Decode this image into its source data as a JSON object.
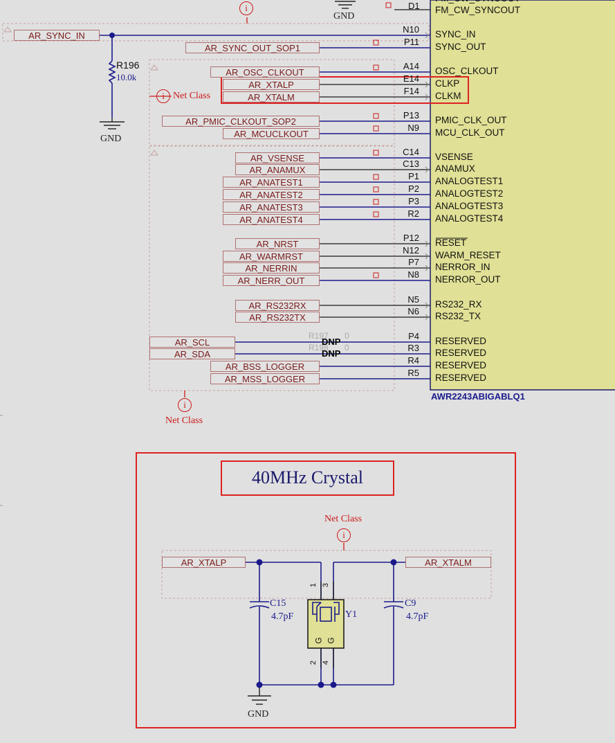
{
  "chip": {
    "part_number": "AWR2243ABIGABLQ1",
    "top_cut_text": "FM_CW_SYNCOUT",
    "top_pin": "D1",
    "pins": [
      {
        "pin": "N10",
        "name": "SYNC_IN"
      },
      {
        "pin": "P11",
        "name": "SYNC_OUT"
      },
      {
        "pin": "A14",
        "name": "OSC_CLKOUT"
      },
      {
        "pin": "E14",
        "name": "CLKP"
      },
      {
        "pin": "F14",
        "name": "CLKM"
      },
      {
        "pin": "P13",
        "name": "PMIC_CLK_OUT"
      },
      {
        "pin": "N9",
        "name": "MCU_CLK_OUT"
      },
      {
        "pin": "C14",
        "name": "VSENSE"
      },
      {
        "pin": "C13",
        "name": "ANAMUX"
      },
      {
        "pin": "P1",
        "name": "ANALOGTEST1"
      },
      {
        "pin": "P2",
        "name": "ANALOGTEST2"
      },
      {
        "pin": "P3",
        "name": "ANALOGTEST3"
      },
      {
        "pin": "R2",
        "name": "ANALOGTEST4"
      },
      {
        "pin": "P12",
        "name": "RESET"
      },
      {
        "pin": "N12",
        "name": "WARM_RESET"
      },
      {
        "pin": "P7",
        "name": "NERROR_IN"
      },
      {
        "pin": "N8",
        "name": "NERROR_OUT"
      },
      {
        "pin": "N5",
        "name": "RS232_RX"
      },
      {
        "pin": "N6",
        "name": "RS232_TX"
      },
      {
        "pin": "P4",
        "name": "RESERVED"
      },
      {
        "pin": "R3",
        "name": "RESERVED"
      },
      {
        "pin": "R4",
        "name": "RESERVED"
      },
      {
        "pin": "R5",
        "name": "RESERVED"
      }
    ]
  },
  "nets": {
    "sync_in": "AR_SYNC_IN",
    "sync_out": "AR_SYNC_OUT_SOP1",
    "osc_clkout": "AR_OSC_CLKOUT",
    "xtalp": "AR_XTALP",
    "xtalm": "AR_XTALM",
    "pmic_clk": "AR_PMIC_CLKOUT_SOP2",
    "mcu_clk": "AR_MCUCLKOUT",
    "vsense": "AR_VSENSE",
    "anamux": "AR_ANAMUX",
    "anatest1": "AR_ANATEST1",
    "anatest2": "AR_ANATEST2",
    "anatest3": "AR_ANATEST3",
    "anatest4": "AR_ANATEST4",
    "nrst": "AR_NRST",
    "warmrst": "AR_WARMRST",
    "nerrin": "AR_NERRIN",
    "nerr_out": "AR_NERR_OUT",
    "rs232rx": "AR_RS232RX",
    "rs232tx": "AR_RS232TX",
    "scl": "AR_SCL",
    "sda": "AR_SDA",
    "bss_logger": "AR_BSS_LOGGER",
    "mss_logger": "AR_MSS_LOGGER"
  },
  "components": {
    "r196": {
      "ref": "R196",
      "value": "10.0k"
    },
    "r197": {
      "ref": "R197",
      "value": "0"
    },
    "r198": {
      "ref": "R198",
      "value": "0"
    },
    "dnp": "DNP",
    "gnd": "GND",
    "net_class": "Net Class",
    "info_icon": "i",
    "c15": {
      "ref": "C15",
      "value": "4.7pF"
    },
    "c9": {
      "ref": "C9",
      "value": "4.7pF"
    },
    "y1": {
      "ref": "Y1",
      "pins": [
        "1",
        "3",
        "2",
        "4"
      ],
      "gnd_marks": [
        "G",
        "G"
      ]
    }
  },
  "crystal_section": {
    "title": "40MHz Crystal"
  },
  "colors": {
    "background": "#e0e0e0",
    "chip_fill": "#e0e096",
    "wire": "#1a1a8c",
    "net_label": "#7a1a1a",
    "highlight": "#dd2222"
  }
}
